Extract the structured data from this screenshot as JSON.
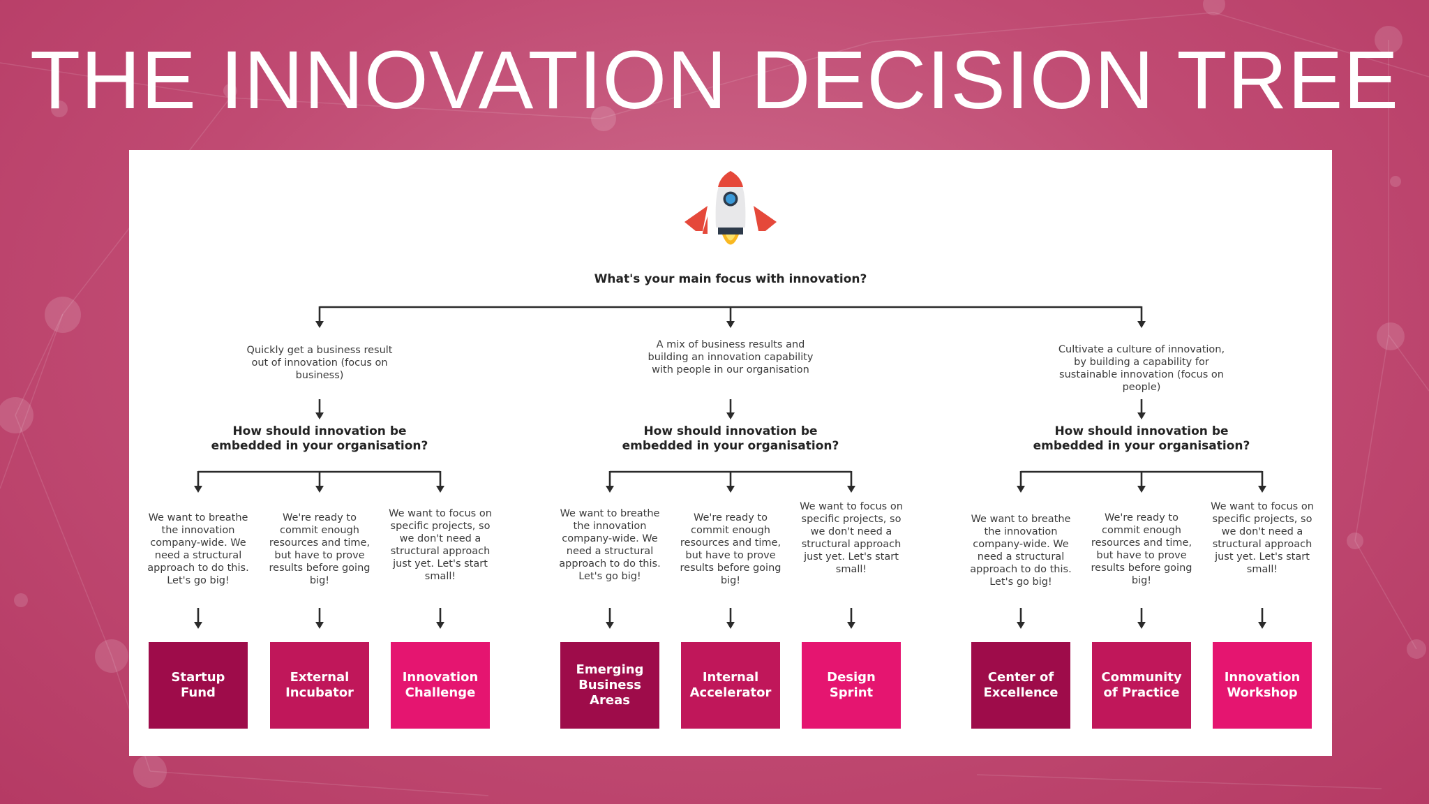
{
  "slide": {
    "title": "THE INNOVATION DECISION TREE"
  },
  "colors": {
    "background": "#c04a72",
    "box_dark": "#9e0c4a",
    "box_mid": "#c0175a",
    "box_bright": "#e51570"
  },
  "tree": {
    "icon": "rocket-icon",
    "root_question": "What's your main focus with innovation?",
    "branches": [
      {
        "focus": "Quickly get a business result out of innovation (focus on business)",
        "question": "How should innovation be embedded in your organisation?",
        "options": [
          {
            "text": "We want to breathe the innovation company-wide. We need a structural approach to do this. Let's go big!",
            "result": "Startup Fund"
          },
          {
            "text": "We're ready to commit enough resources and time, but have to prove results before going big!",
            "result": "External Incubator"
          },
          {
            "text": "We want to focus on specific projects, so we don't need a structural approach just yet. Let's start small!",
            "result": "Innovation Challenge"
          }
        ]
      },
      {
        "focus": "A mix of business results and building an innovation capability with people in our organisation",
        "question": "How should innovation be embedded in your organisation?",
        "options": [
          {
            "text": "We want to breathe the innovation company-wide. We need a structural approach to do this. Let's go big!",
            "result": "Emerging Business Areas"
          },
          {
            "text": "We're ready to commit enough resources and time, but have to prove results before going big!",
            "result": "Internal Accelerator"
          },
          {
            "text": "We want to focus on specific projects, so we don't need a structural approach just yet. Let's start small!",
            "result": "Design Sprint"
          }
        ]
      },
      {
        "focus": "Cultivate a culture of innovation, by building a capability for sustainable innovation (focus on people)",
        "question": "How should innovation be embedded in your organisation?",
        "options": [
          {
            "text": "We want to breathe the innovation company-wide. We need a structural approach to do this. Let's go big!",
            "result": "Center of Excellence"
          },
          {
            "text": "We're ready to commit enough resources and time, but have to prove results before going big!",
            "result": "Community of Practice"
          },
          {
            "text": "We want to focus on specific projects, so we don't need a structural approach just yet. Let's start small!",
            "result": "Innovation Workshop"
          }
        ]
      }
    ]
  }
}
